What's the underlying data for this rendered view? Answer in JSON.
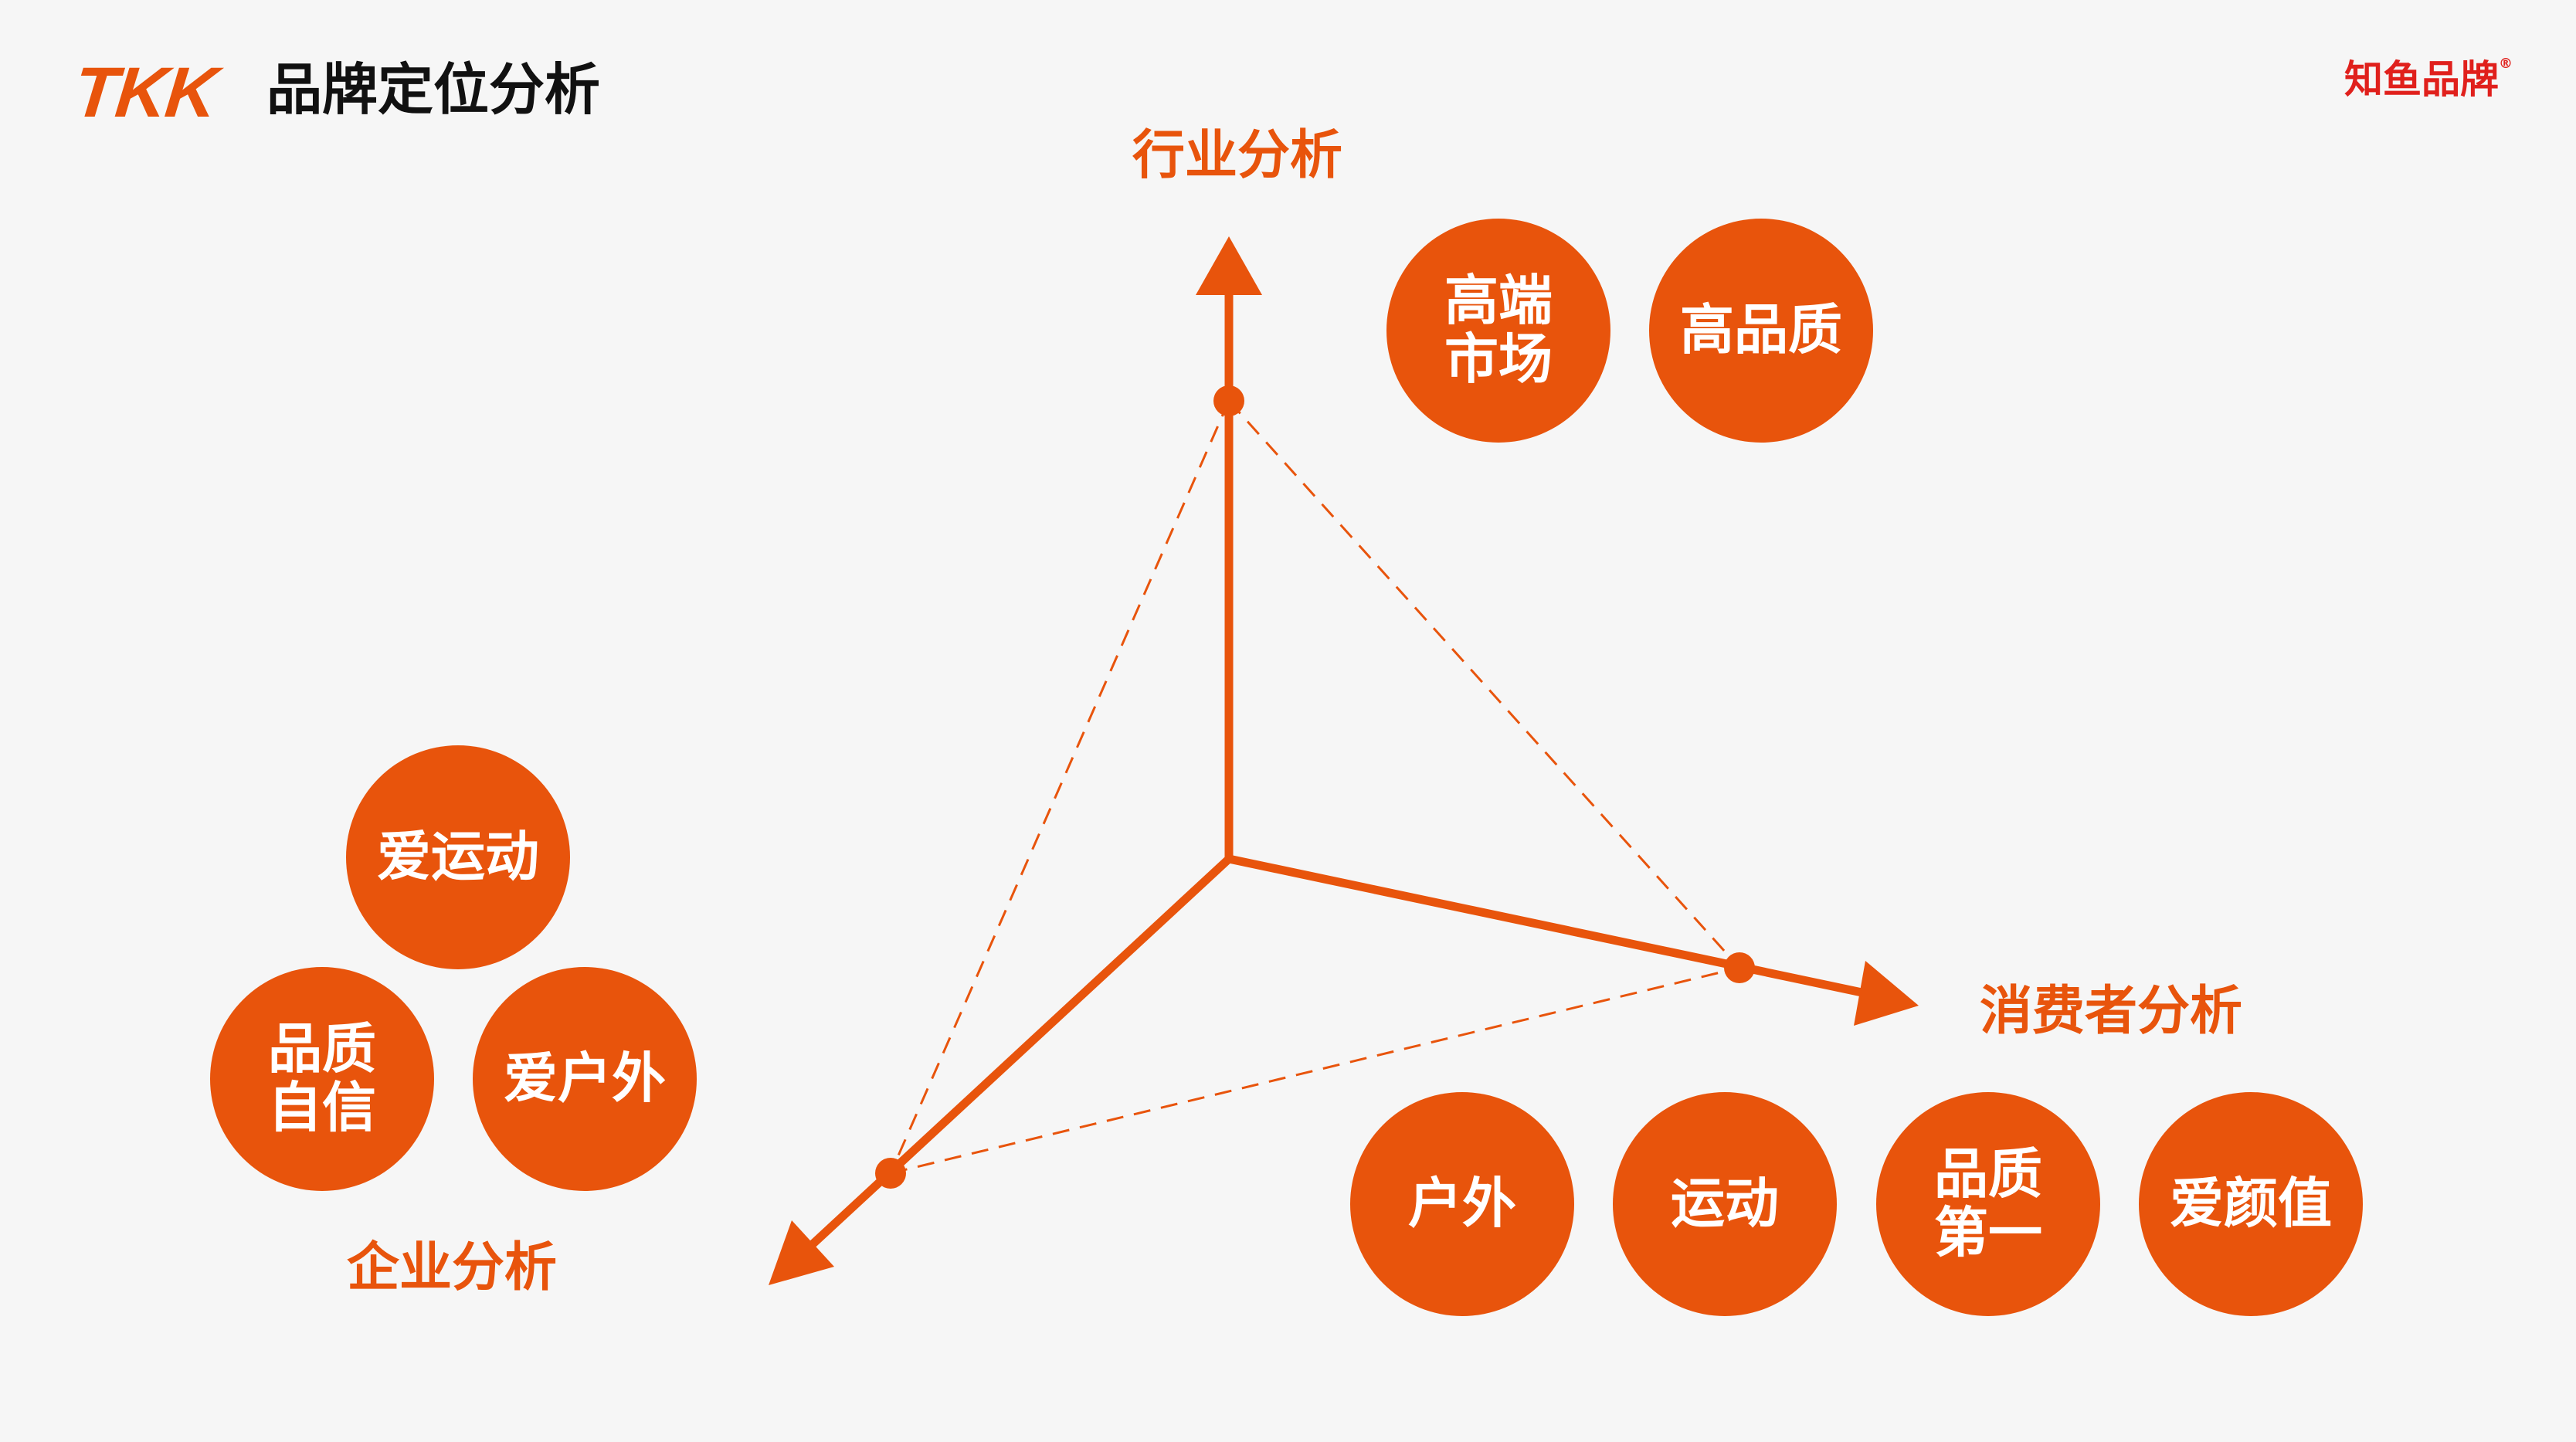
{
  "header": {
    "logo_text": "TKK",
    "title": "品牌定位分析"
  },
  "brand_mark": {
    "text": "知鱼品牌",
    "registered": "®"
  },
  "colors": {
    "accent": "#e8540c",
    "brand_red": "#e0201c",
    "background": "#f6f6f6"
  },
  "axes": {
    "industry": "行业分析",
    "consumer": "消费者分析",
    "enterprise": "企业分析"
  },
  "industry_bubbles": [
    "高端市场",
    "高品质"
  ],
  "enterprise_bubbles": [
    "爱运动",
    "品质自信",
    "爱户外"
  ],
  "consumer_bubbles": [
    "户外",
    "运动",
    "品质第一",
    "爱颜值"
  ]
}
